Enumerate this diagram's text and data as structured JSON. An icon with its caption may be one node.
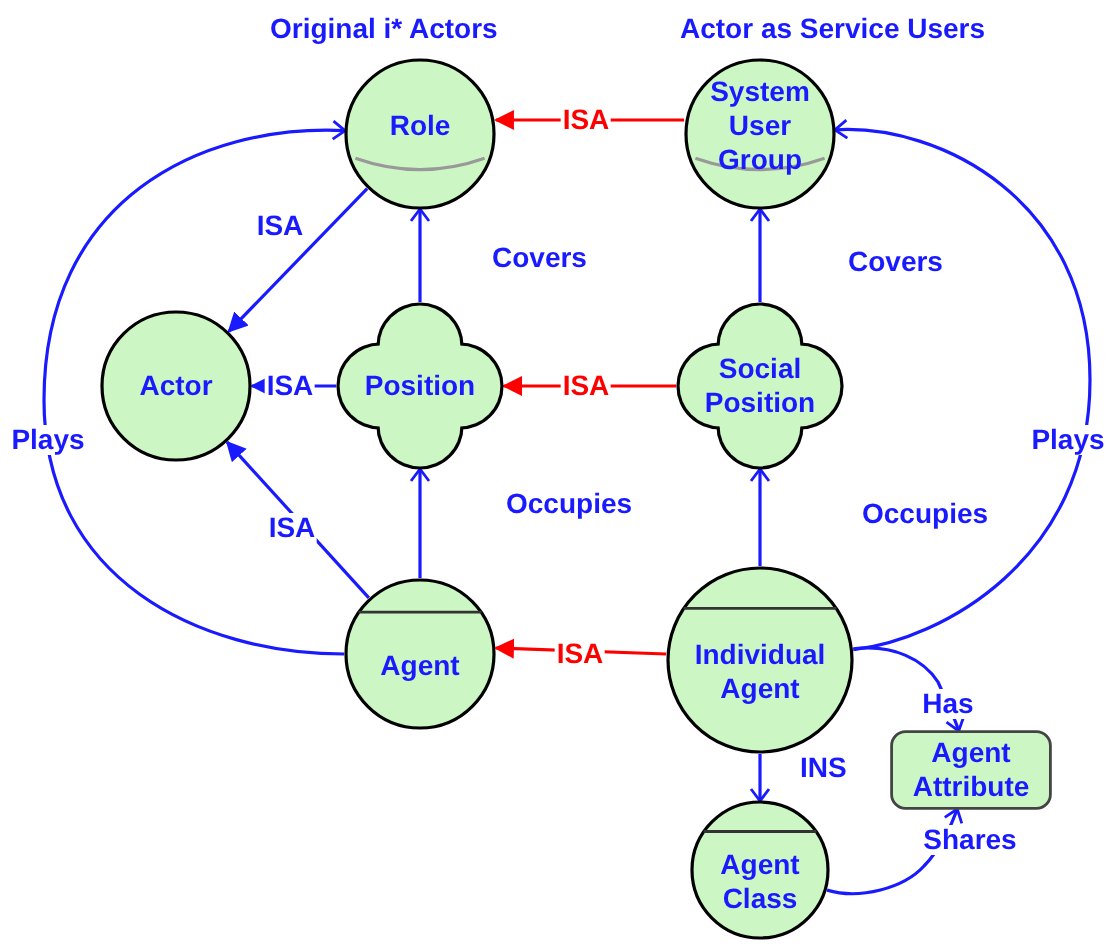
{
  "diagram": {
    "nodes": [
      {
        "text": [
          "Role"
        ]
      },
      {
        "text": [
          "System User Group"
        ]
      },
      {
        "text": [
          "Actor"
        ]
      },
      {
        "text": [
          "Position"
        ]
      },
      {
        "text": [
          "Social Position"
        ]
      },
      {
        "text": [
          "Agent"
        ]
      },
      {
        "text": [
          "Individual Agent"
        ]
      },
      {
        "text": [
          "Agent Class"
        ]
      },
      {
        "text": [
          "Agent Attribute"
        ]
      }
    ],
    "edges": [
      {
        "from": 1,
        "to": 0,
        "arrow": "to",
        "label": "ISA",
        "color": "#ff0000"
      },
      {
        "from": 4,
        "to": 3,
        "arrow": "to",
        "label": "ISA",
        "color": "#ff0000"
      },
      {
        "from": 6,
        "to": 5,
        "arrow": "to",
        "label": "ISA",
        "color": "#ff0000"
      },
      {
        "from": 0,
        "to": 2,
        "arrow": "to",
        "label": "ISA"
      },
      {
        "from": 3,
        "to": 2,
        "arrow": "to",
        "label": "ISA"
      },
      {
        "from": 5,
        "to": 2,
        "arrow": "to",
        "label": "ISA"
      },
      {
        "from": 3,
        "to": 0,
        "arrow": "to",
        "label": "Covers"
      },
      {
        "from": 4,
        "to": 1,
        "arrow": "to",
        "label": "Covers"
      },
      {
        "from": 5,
        "to": 3,
        "arrow": "to",
        "label": "Occupies"
      },
      {
        "from": 6,
        "to": 4,
        "arrow": "to",
        "label": "Occupies"
      },
      {
        "from": 5,
        "to": 0,
        "arrow": "to",
        "label": "Plays"
      },
      {
        "from": 6,
        "to": 1,
        "arrow": "to",
        "label": "Plays"
      },
      {
        "from": 6,
        "to": 7,
        "arrow": "to",
        "label": "INS"
      },
      {
        "from": 6,
        "to": 8,
        "arrow": "to",
        "label": "Has"
      },
      {
        "from": 7,
        "to": 8,
        "arrow": "to",
        "label": "Shares"
      }
    ],
    "labels": [
      "Original i* Actors",
      "Actor as Service Users"
    ]
  }
}
